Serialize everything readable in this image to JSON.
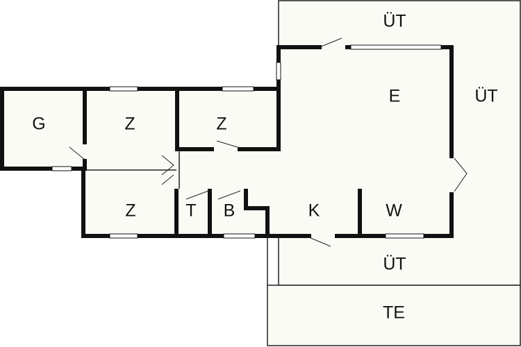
{
  "colors": {
    "paper": "#ffffff",
    "interior": "#fbfbf6",
    "terrace": "#fbfbf6",
    "wall": "#111111"
  },
  "labels": {
    "ut_top": "ÜT",
    "ut_right": "ÜT",
    "ut_bottom": "ÜT",
    "te": "TE",
    "e": "E",
    "g": "G",
    "z1": "Z",
    "z2": "Z",
    "z3": "Z",
    "t": "T",
    "b": "B",
    "k": "K",
    "w": "W"
  }
}
